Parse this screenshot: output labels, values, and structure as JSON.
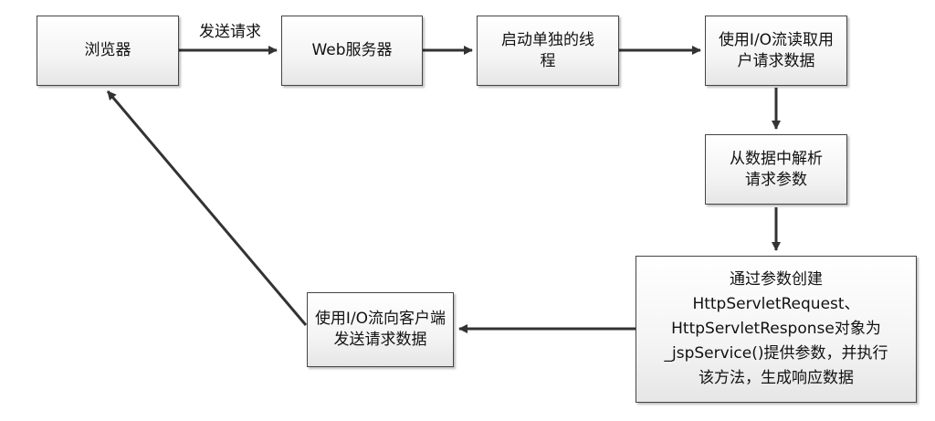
{
  "nodes": {
    "browser": "浏览器",
    "web_server": "Web服务器",
    "thread": "启动单独的线程",
    "read_io": "使用I/O流读取用户请求数据",
    "parse": "从数据中解析请求参数",
    "create_objects": [
      "通过参数创建",
      "HttpServletRequest、",
      "HttpServletResponse对象为",
      "_jspService()提供参数，并执行",
      "该方法，生成响应数据"
    ],
    "write_io": "使用I/O流向客户端发送请求数据"
  },
  "edges": {
    "browser_to_server_label": "发送请求"
  },
  "colors": {
    "line": "#333333",
    "box_border": "#444444"
  }
}
